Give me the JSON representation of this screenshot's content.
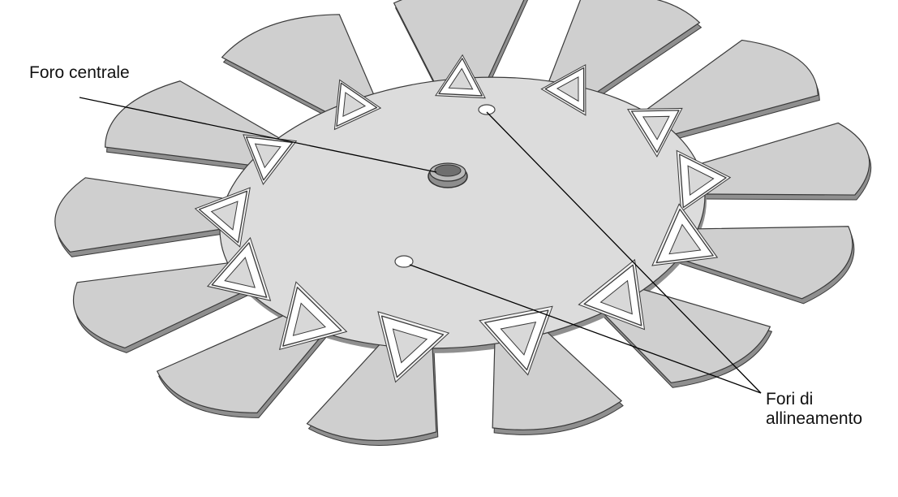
{
  "labels": {
    "center_hole": "Foro centrale",
    "alignment_holes_line1": "Fori di",
    "alignment_holes_line2": "allineamento"
  },
  "colors": {
    "disc_fill": "#dcdcdc",
    "tab_fill": "#cfcfcf",
    "holder_fill": "#ffffff",
    "holder_inner": "#d8d8d8",
    "outline": "#3a3a3a",
    "leader_line": "#000000"
  },
  "parts": {
    "tab_count": 13,
    "alignment_hole_count": 2
  }
}
